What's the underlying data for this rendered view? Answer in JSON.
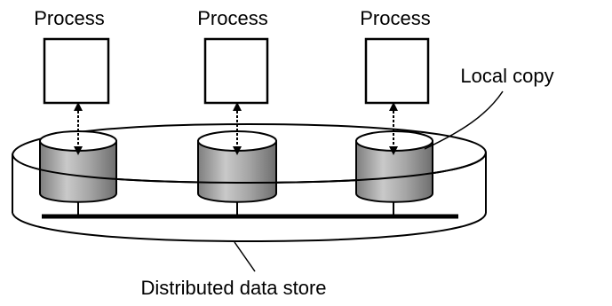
{
  "diagram": {
    "processes": [
      {
        "label": "Process"
      },
      {
        "label": "Process"
      },
      {
        "label": "Process"
      }
    ],
    "local_copy_label": "Local copy",
    "store_label": "Distributed data store",
    "colors": {
      "line": "#000000",
      "background": "#ffffff",
      "cylinder_fill": "#9a9a9a",
      "cylinder_shade": "#c8c8c8"
    }
  }
}
